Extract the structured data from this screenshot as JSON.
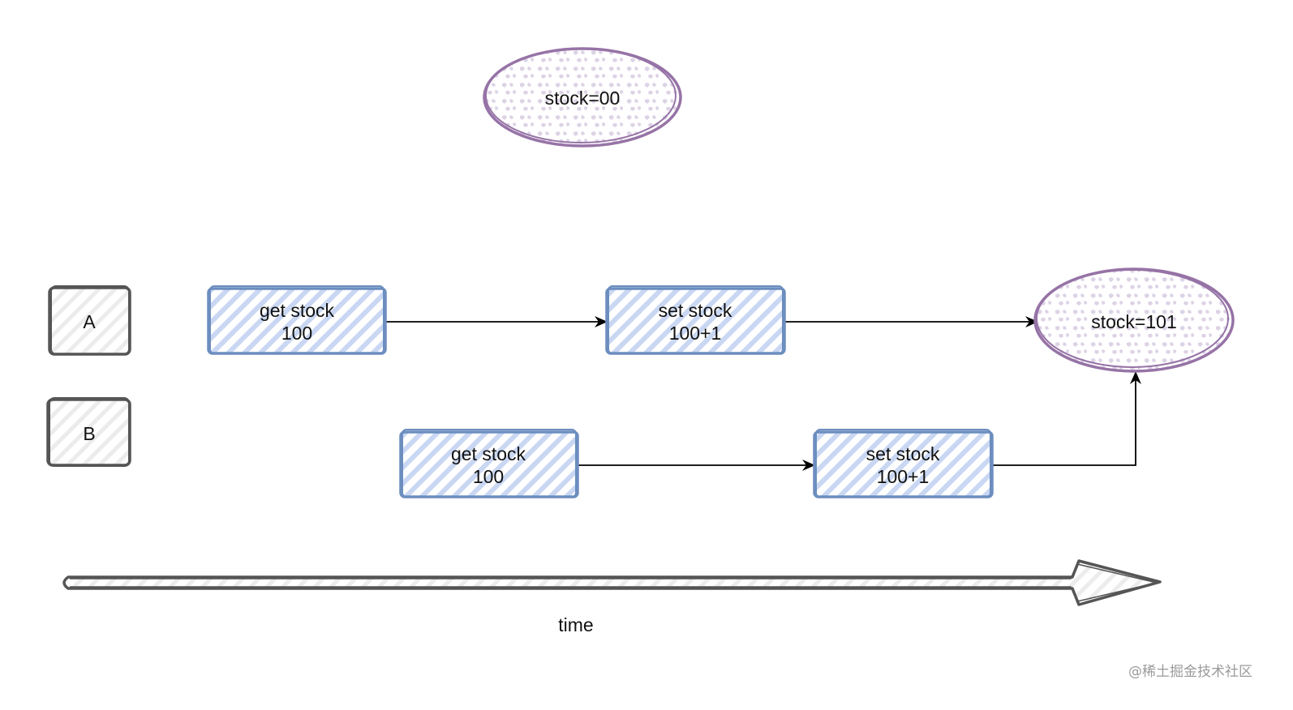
{
  "colors": {
    "blue_stroke": "#6c8ebf",
    "blue_hatch": "#c9d7f3",
    "purple_stroke": "#9673a6",
    "purple_dots": "#ddd3e6",
    "gray_stroke": "#555555",
    "arrow": "#000000"
  },
  "nodes": {
    "stock_initial": "stock=00",
    "actor_a": "A",
    "actor_b": "B",
    "a_get_line1": "get stock",
    "a_get_line2": "100",
    "a_set_line1": "set stock",
    "a_set_line2": "100+1",
    "stock_final": "stock=101",
    "b_get_line1": "get stock",
    "b_get_line2": "100",
    "b_set_line1": "set stock",
    "b_set_line2": "100+1"
  },
  "timeline": {
    "label": "time"
  },
  "watermark": "@稀土掘金技术社区"
}
